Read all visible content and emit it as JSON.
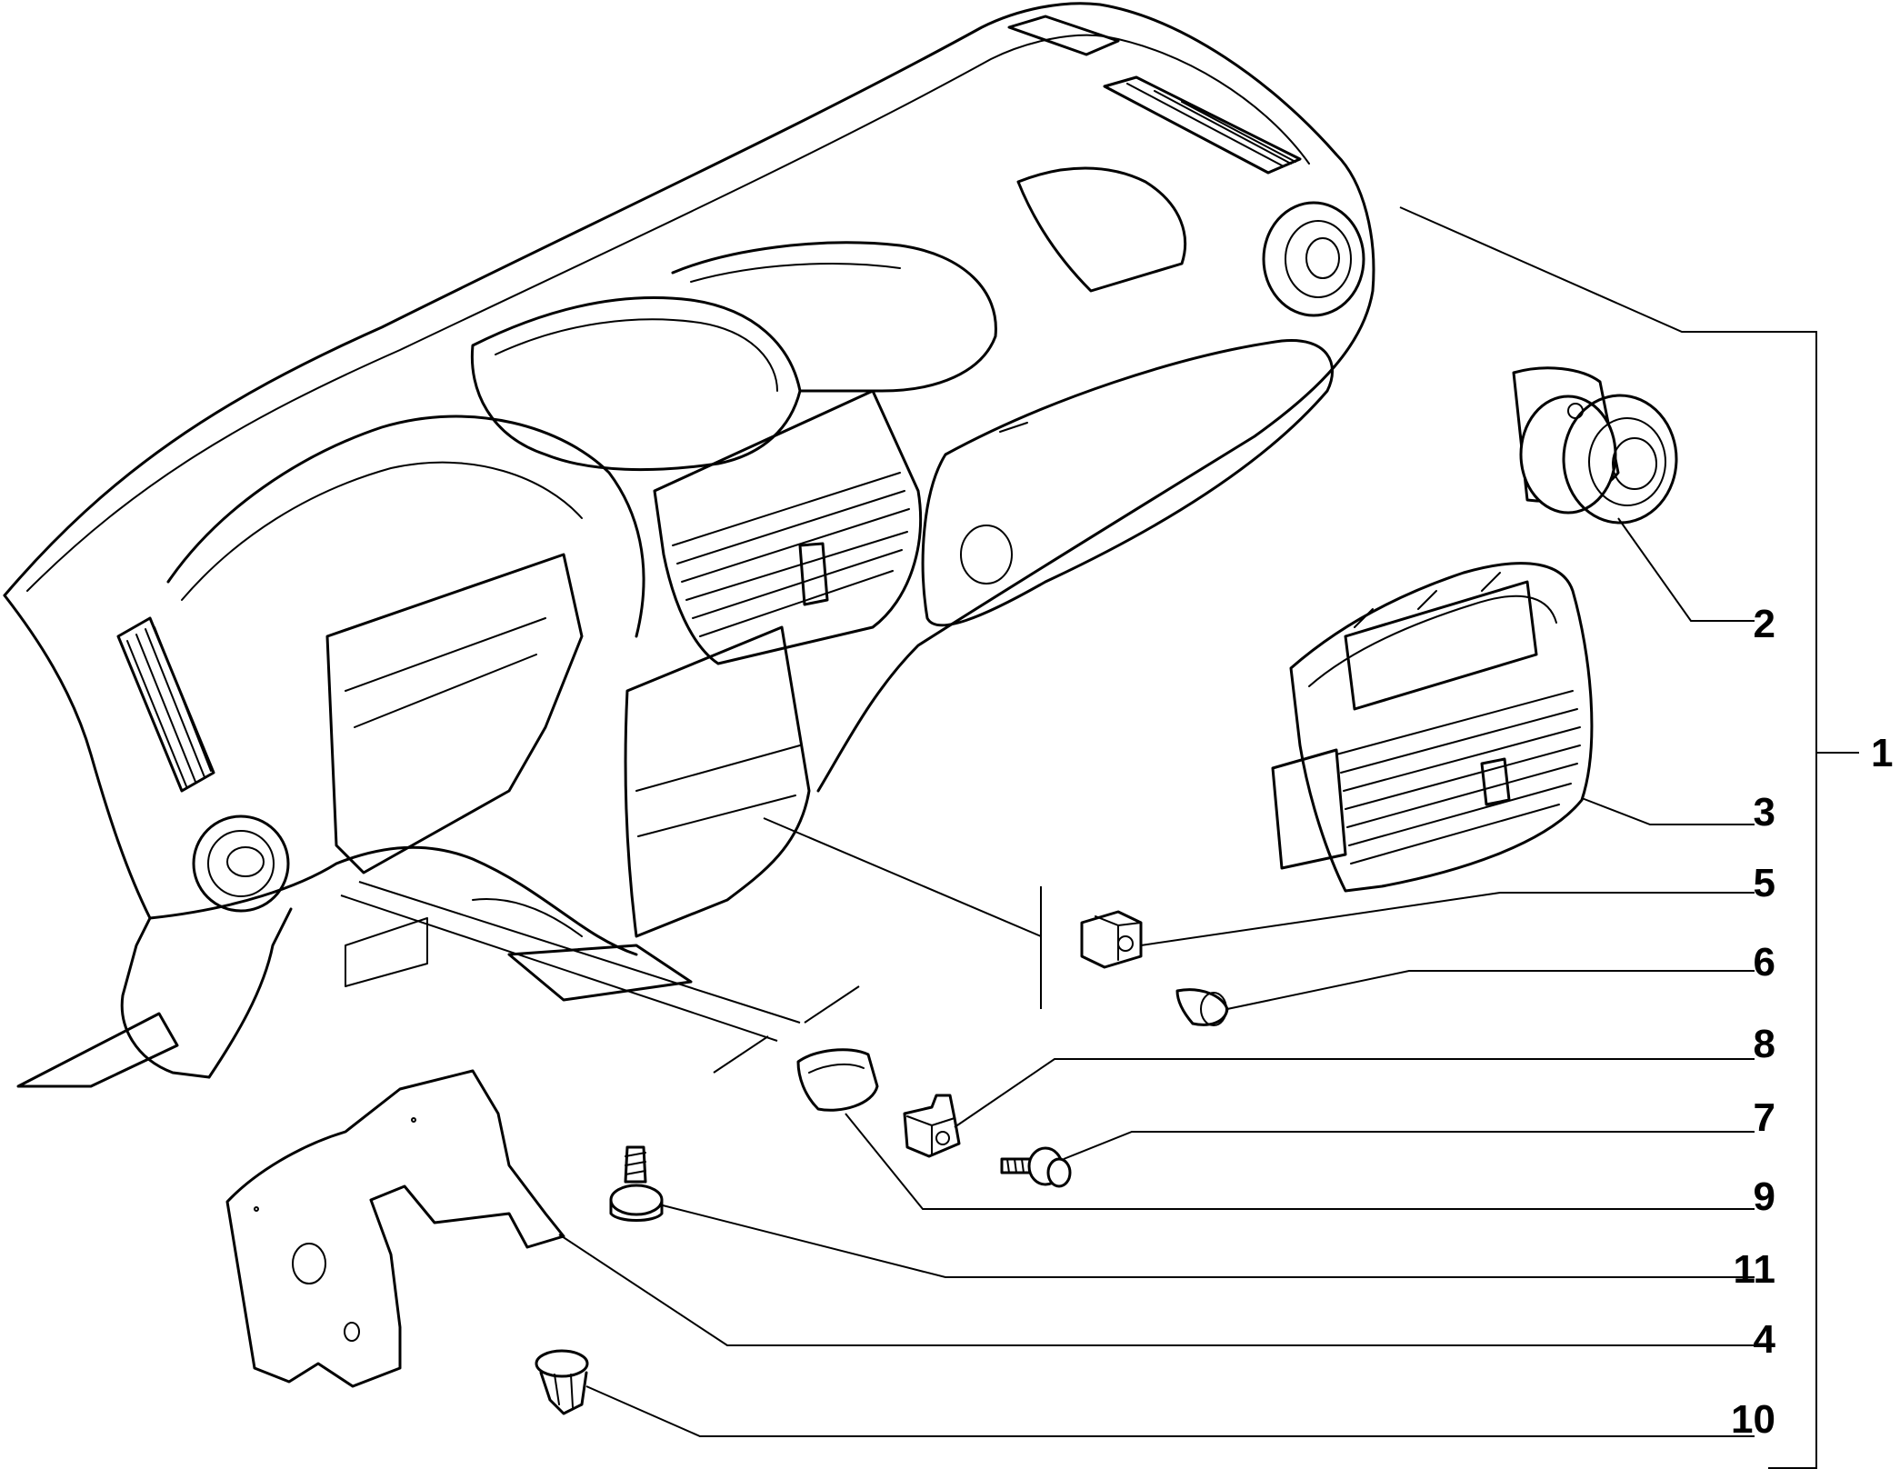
{
  "callouts": [
    {
      "id": "1",
      "label": "1"
    },
    {
      "id": "2",
      "label": "2"
    },
    {
      "id": "3",
      "label": "3"
    },
    {
      "id": "5",
      "label": "5"
    },
    {
      "id": "6",
      "label": "6"
    },
    {
      "id": "8",
      "label": "8"
    },
    {
      "id": "7",
      "label": "7"
    },
    {
      "id": "9",
      "label": "9"
    },
    {
      "id": "11",
      "label": "11"
    },
    {
      "id": "4",
      "label": "4"
    },
    {
      "id": "10",
      "label": "10"
    }
  ]
}
